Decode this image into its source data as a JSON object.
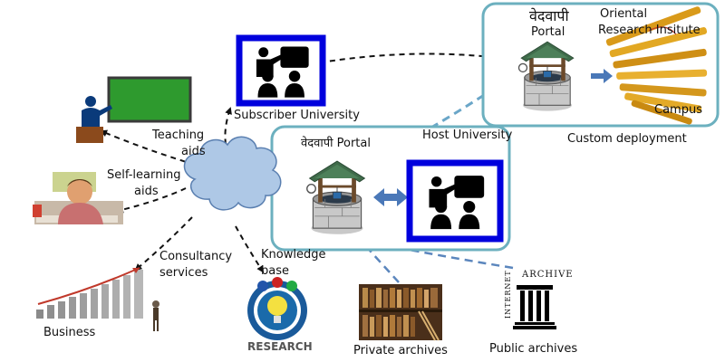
{
  "labels": {
    "subscriber_university": "Subscriber University",
    "vedavapi_top": "वेदवापी",
    "portal_top": "Portal",
    "oriental_line1": "Oriental",
    "oriental_line2": "Research Insitute",
    "campus": "Campus",
    "custom_deployment": "Custom deployment",
    "vedavapi_portal_host": "वेदवापी Portal",
    "host_university": "Host University",
    "teaching_aids_line1": "Teaching",
    "teaching_aids_line2": "aids",
    "self_learning_line1": "Self-learning",
    "self_learning_line2": "aids",
    "consultancy_line1": "Consultancy",
    "consultancy_line2": "services",
    "knowledge_line1": "Knowledge",
    "knowledge_line2": "base",
    "business": "Business",
    "research_logo": "RESEARCH",
    "private_archives": "Private archives",
    "public_archives": "Public archives",
    "archive_logo_vertical": "INTERNET",
    "archive_logo_horizontal": "ARCHIVE"
  },
  "colors": {
    "box_border": "#6cb0bf",
    "blue_frame": "#0000dd",
    "cloud_fill": "#aec8e6",
    "cloud_stroke": "#5a7fb0",
    "dashed_blue": "#6aa6c8",
    "dashed_black": "#111111",
    "double_arrow": "#4a78b8",
    "whiteboard_green": "#2e9a2e"
  }
}
